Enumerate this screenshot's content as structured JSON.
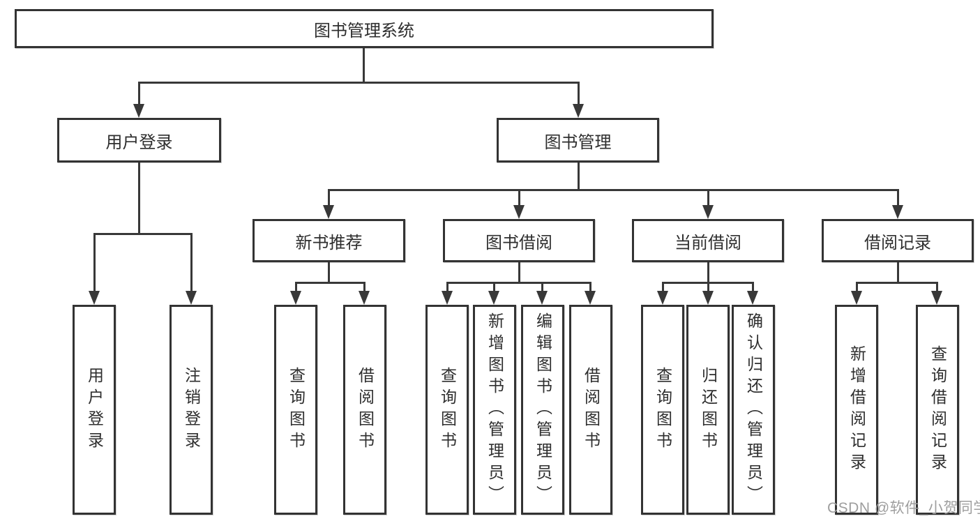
{
  "diagram": {
    "title": "图书管理系统",
    "nodes": {
      "root": {
        "label": "图书管理系统"
      },
      "userLogin": {
        "label": "用户登录"
      },
      "bookMgmt": {
        "label": "图书管理"
      },
      "newBookRec": {
        "label": "新书推荐"
      },
      "bookBorrow": {
        "label": "图书借阅"
      },
      "currentBorrow": {
        "label": "当前借阅"
      },
      "borrowRecords": {
        "label": "借阅记录"
      },
      "leafUserLogin": {
        "label": "用户登录"
      },
      "leafLogout": {
        "label": "注销登录"
      },
      "leafQueryBooks1": {
        "label": "查询图书"
      },
      "leafBorrowBooks1": {
        "label": "借阅图书"
      },
      "leafQueryBooks2": {
        "label": "查询图书"
      },
      "leafAddBookAdmin": {
        "label": "新增图书（管理员）"
      },
      "leafEditBookAdmin": {
        "label": "编辑图书（管理员）"
      },
      "leafBorrowBooks2": {
        "label": "借阅图书"
      },
      "leafQueryBooks3": {
        "label": "查询图书"
      },
      "leafReturnBook": {
        "label": "归还图书"
      },
      "leafConfirmReturnAdmin": {
        "label": "确认归还（管理员）"
      },
      "leafAddBorrowRecord": {
        "label": "新增借阅记录"
      },
      "leafQueryBorrowRecord": {
        "label": "查询借阅记录"
      }
    },
    "edges": [
      "root->userLogin",
      "root->bookMgmt",
      "userLogin->leafUserLogin",
      "userLogin->leafLogout",
      "bookMgmt->newBookRec",
      "bookMgmt->bookBorrow",
      "bookMgmt->currentBorrow",
      "bookMgmt->borrowRecords",
      "newBookRec->leafQueryBooks1",
      "newBookRec->leafBorrowBooks1",
      "bookBorrow->leafQueryBooks2",
      "bookBorrow->leafAddBookAdmin",
      "bookBorrow->leafEditBookAdmin",
      "bookBorrow->leafBorrowBooks2",
      "currentBorrow->leafQueryBooks3",
      "currentBorrow->leafReturnBook",
      "currentBorrow->leafConfirmReturnAdmin",
      "borrowRecords->leafAddBorrowRecord",
      "borrowRecords->leafQueryBorrowRecord"
    ],
    "colors": {
      "line": "#383838",
      "border": "#333333",
      "text": "#2e2e2e",
      "background": "#ffffff"
    }
  },
  "watermark": {
    "text": "CSDN @软件_小贺同学",
    "color": "#9e9e9e"
  }
}
